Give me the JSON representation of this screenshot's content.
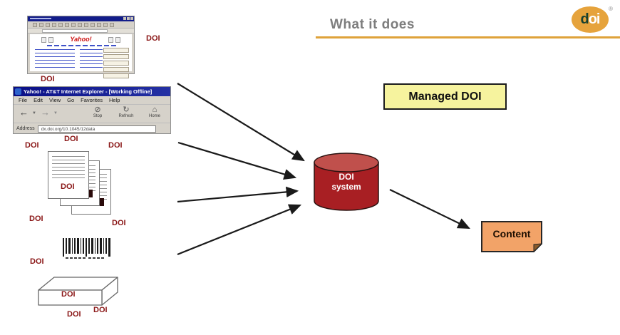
{
  "header": {
    "title": "What it does",
    "logo_d": "d",
    "logo_oi": "oi",
    "logo_mark": "®"
  },
  "managed": {
    "label": "Managed DOI"
  },
  "cylinder": {
    "line1": "DOI",
    "line2": "system"
  },
  "content": {
    "label": "Content"
  },
  "doi_tag": "DOI",
  "browser_yahoo": {
    "logo": "Yahoo!"
  },
  "browser_ie": {
    "title": "Yahoo! - AT&T Internet Explorer - [Working Offline]",
    "menu": [
      "File",
      "Edit",
      "View",
      "Go",
      "Favorites",
      "Help"
    ],
    "toolbar": {
      "back": "←",
      "forward": "→",
      "caret": "▼",
      "stop_icon": "⊘",
      "refresh_icon": "↻",
      "home_icon": "⌂",
      "stop": "Stop",
      "refresh": "Refresh",
      "home": "Home"
    },
    "address_label": "Address",
    "address_value": "dx.doi.org/10.1045/12data"
  },
  "colors": {
    "accent_orange": "#dfa23a",
    "doi_red": "#8a1616",
    "cylinder_red": "#a81f23",
    "managed_yellow": "#f6f39e",
    "content_orange": "#f2a368"
  }
}
